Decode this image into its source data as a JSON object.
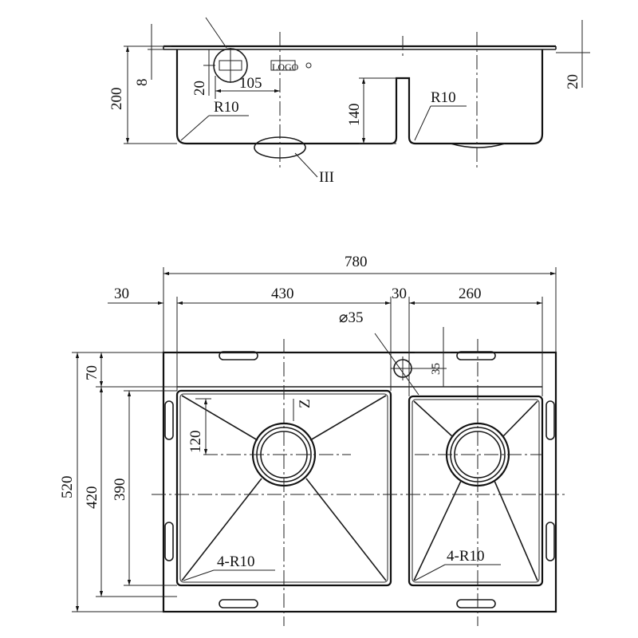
{
  "side_view": {
    "dims": {
      "height": "200",
      "rim": "8",
      "right_rim": "20",
      "overflow_offset": "20",
      "overflow_distance": "105",
      "divider_depth": "140",
      "radius_left": "R10",
      "radius_right": "R10"
    },
    "detail_callout": "III",
    "logo_text": "LOGO"
  },
  "plan_view": {
    "dims": {
      "overall_width": "780",
      "left_margin": "30",
      "left_bowl_width": "430",
      "divider_width": "30",
      "right_bowl_width": "260",
      "overall_depth": "520",
      "inner_depth": "420",
      "bowl_depth": "390",
      "back_margin": "70",
      "drain_offset": "120",
      "tap_hole_diameter": "⌀35",
      "tap_hole_offset": "35",
      "corner_radius_left": "4-R10",
      "corner_radius_right": "4-R10"
    },
    "section_marker": "Z"
  }
}
